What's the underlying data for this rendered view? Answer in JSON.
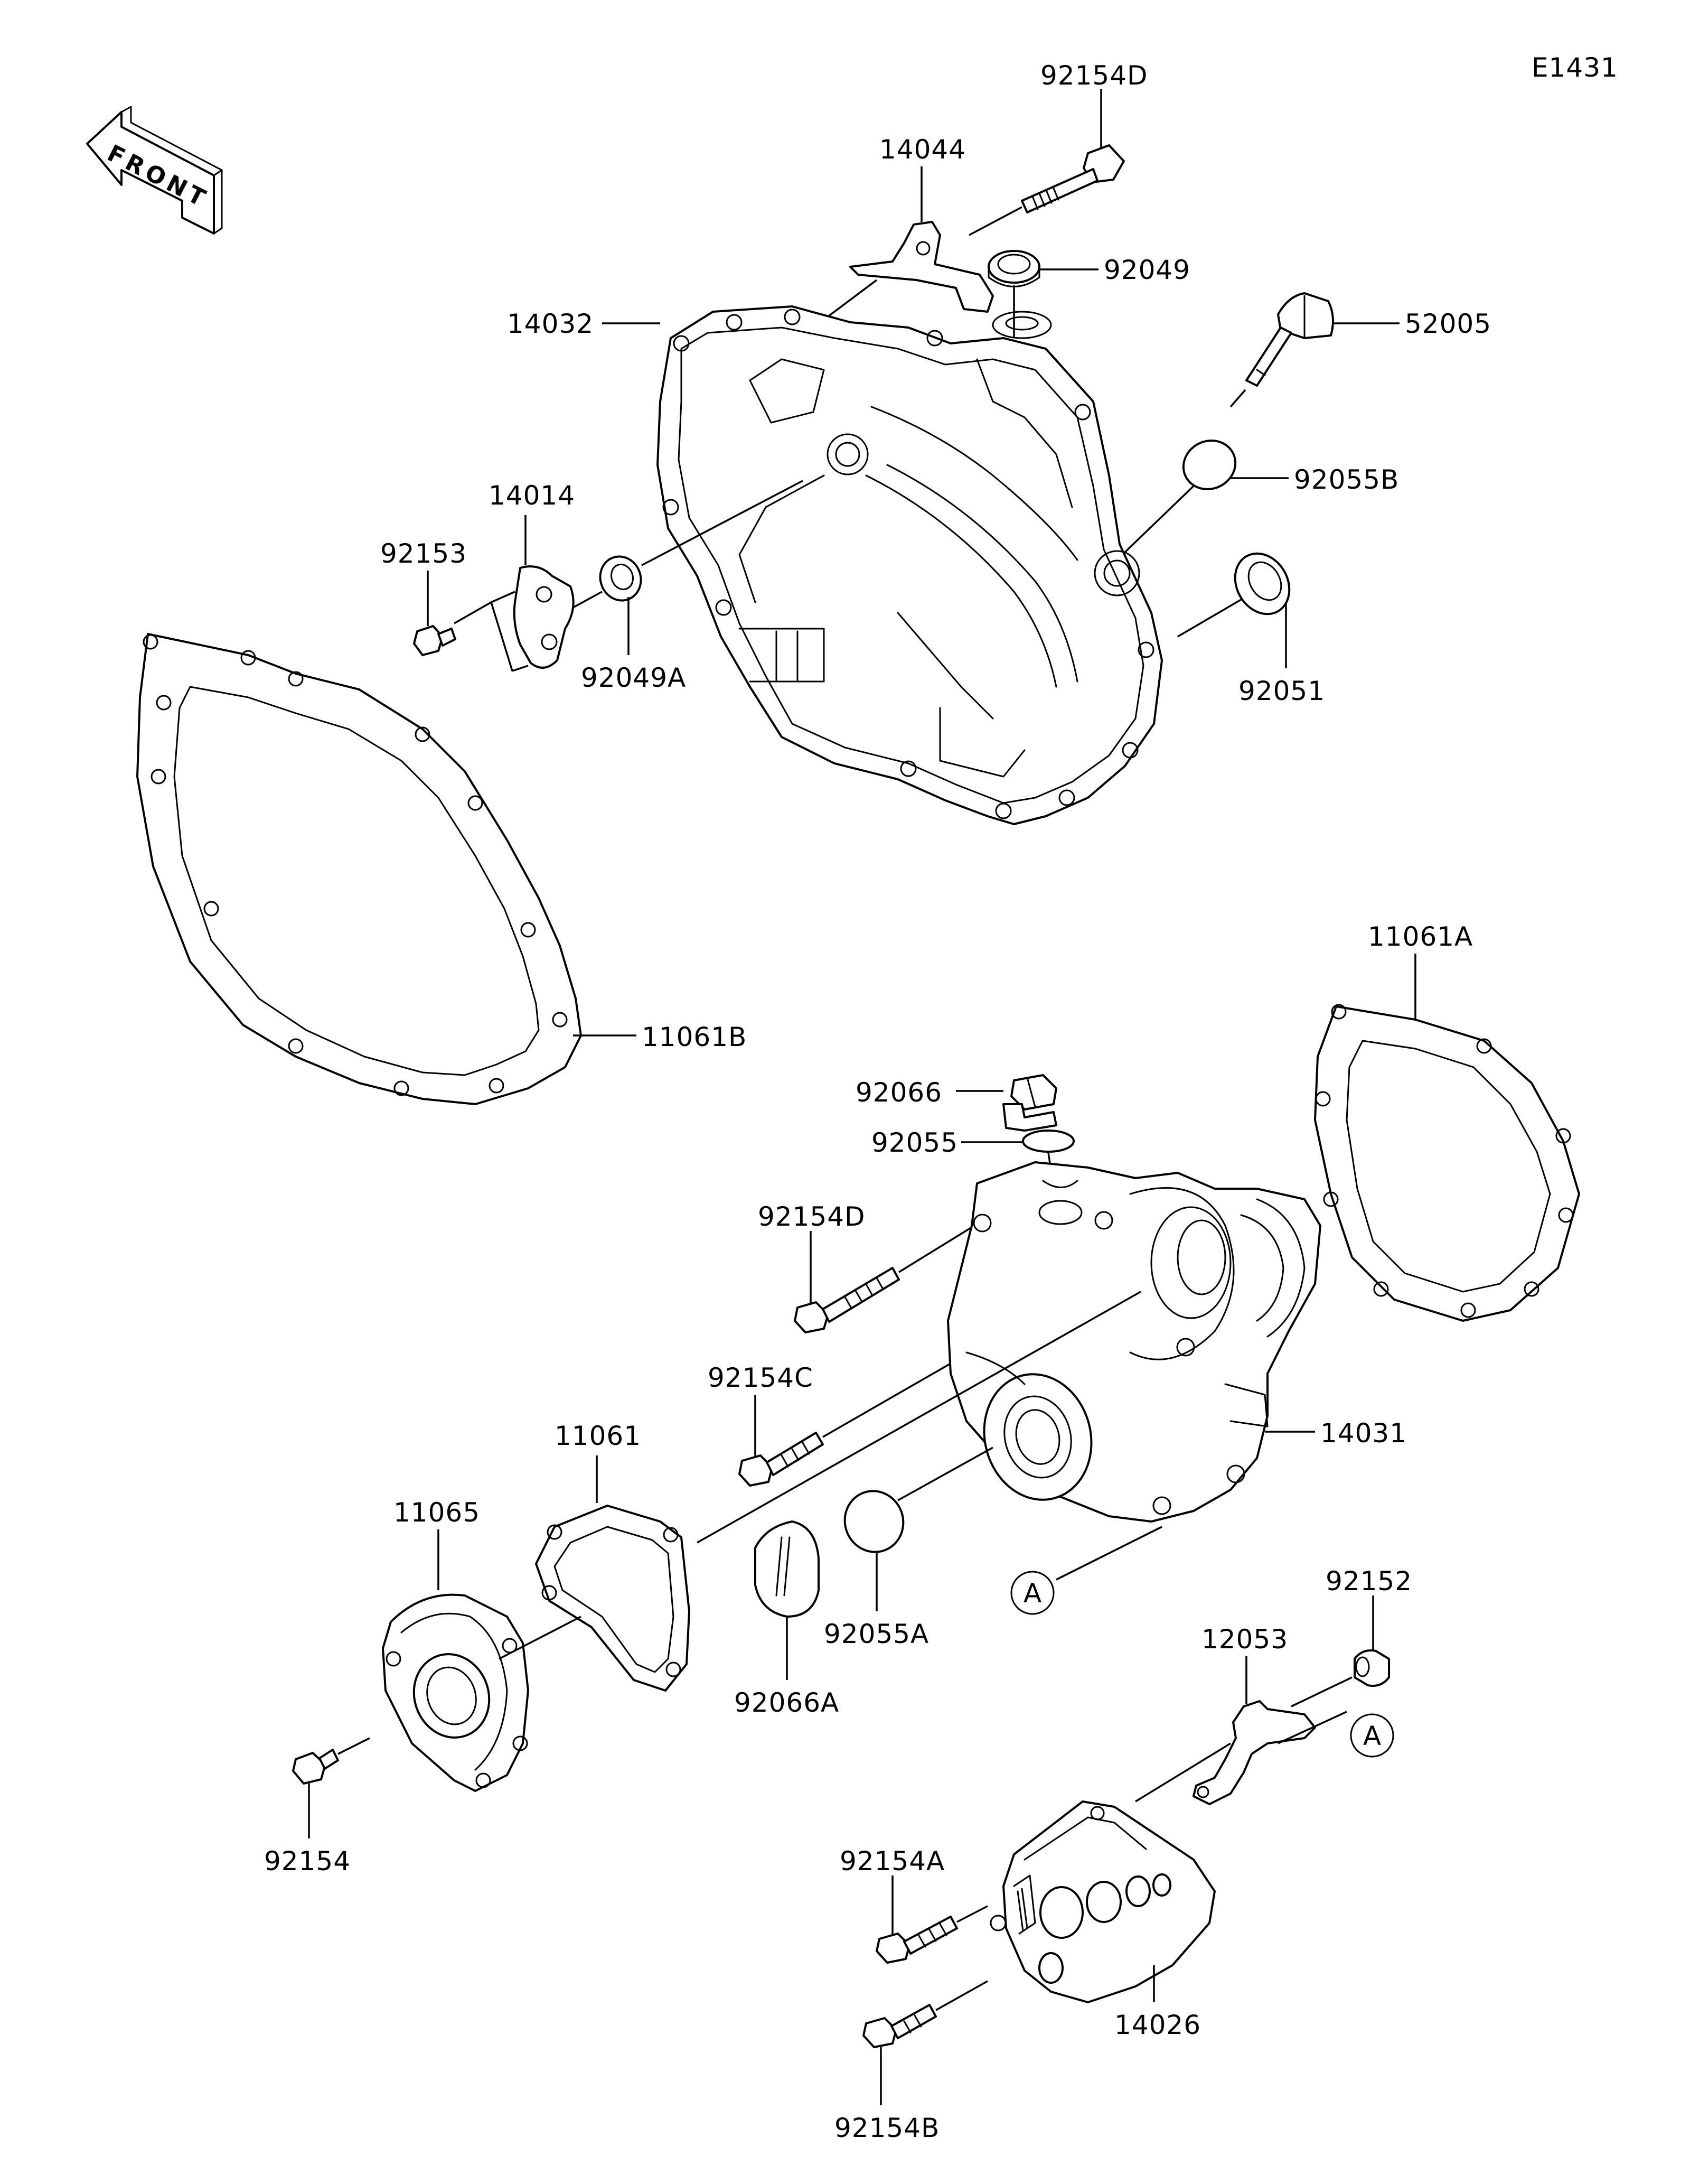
{
  "diagram_code": "E1431",
  "front_arrow_label": "FRONT",
  "reference_mark": "A",
  "labels": {
    "p92154D_top": "92154D",
    "p14044": "14044",
    "p92049": "92049",
    "p52005": "52005",
    "p14032": "14032",
    "p92055B": "92055B",
    "p14014": "14014",
    "p92153": "92153",
    "p92049A": "92049A",
    "p92051": "92051",
    "p11061A": "11061A",
    "p11061B": "11061B",
    "p92066": "92066",
    "p92055": "92055",
    "p92154D_mid": "92154D",
    "p92154C": "92154C",
    "p14031": "14031",
    "p11061": "11061",
    "p11065": "11065",
    "p92055A": "92055A",
    "p92066A": "92066A",
    "p92154": "92154",
    "p92152": "92152",
    "p12053": "12053",
    "p92154A": "92154A",
    "p14026": "14026",
    "p92154B": "92154B"
  }
}
